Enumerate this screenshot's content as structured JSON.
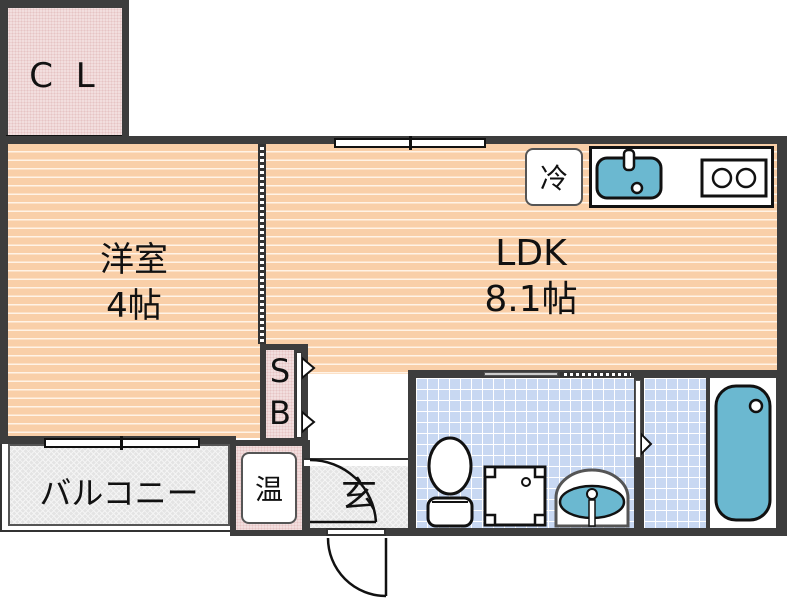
{
  "floorplan": {
    "rooms": {
      "closet": {
        "label": "C L"
      },
      "western_room": {
        "name": "洋室",
        "size": "4帖"
      },
      "ldk": {
        "name": "LDK",
        "size": "8.1帖"
      },
      "shoe_box": {
        "line1": "S",
        "line2": "B"
      },
      "balcony": {
        "label": "バルコニー"
      },
      "water_heater": {
        "label": "温"
      },
      "entrance": {
        "label": "玄"
      }
    },
    "fixtures": {
      "refrigerator": {
        "label": "冷"
      },
      "kitchen_sink": "sink-icon",
      "stove": "two-burner-stove-icon",
      "toilet": "toilet-icon",
      "washing_machine": "washing-machine-icon",
      "wash_basin": "wash-basin-icon",
      "bathtub": "bathtub-icon"
    },
    "colors": {
      "wall": "#3d3d3d",
      "wood_floor": "#f9cfa8",
      "closet_floor": "#f2dede",
      "tile_floor": "#c8d8f2",
      "fixture_blue": "#6bb8d0"
    }
  }
}
